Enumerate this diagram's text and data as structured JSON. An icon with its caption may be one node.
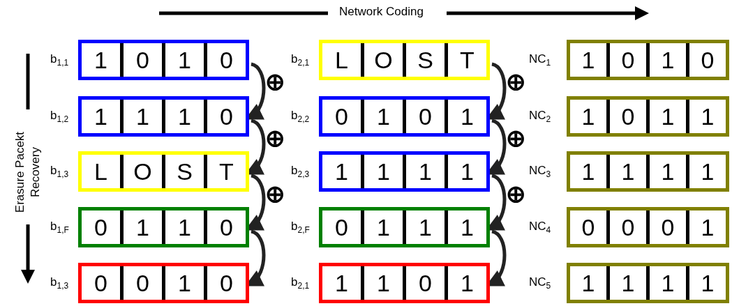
{
  "diagram": {
    "nodes": [
      {
        "text": [
          "1",
          "0",
          "1",
          "0"
        ],
        "beside": [
          "b$_{1,1}$"
        ]
      },
      {
        "text": [
          "1",
          "1",
          "1",
          "0"
        ],
        "beside": [
          "b$_{1,2}$"
        ]
      },
      {
        "text": [
          "L",
          "O",
          "S",
          "T"
        ],
        "beside": [
          "b$_{1,3}$"
        ]
      },
      {
        "text": [
          "0",
          "1",
          "1",
          "0"
        ],
        "beside": [
          "b$_{1,F}$"
        ]
      },
      {
        "text": [
          "0",
          "0",
          "1",
          "0"
        ],
        "beside": [
          "b$_{1,3}$"
        ]
      },
      {
        "text": [
          "L",
          "O",
          "S",
          "T"
        ],
        "beside": [
          "b$_{2,1}$"
        ]
      },
      {
        "text": [
          "0",
          "1",
          "0",
          "1"
        ],
        "beside": [
          "b$_{2,2}$"
        ]
      },
      {
        "text": [
          "1",
          "1",
          "1",
          "1"
        ],
        "beside": [
          "b$_{2,3}$"
        ]
      },
      {
        "text": [
          "0",
          "1",
          "1",
          "1"
        ],
        "beside": [
          "b$_{2,F}$"
        ]
      },
      {
        "text": [
          "1",
          "1",
          "0",
          "1"
        ],
        "beside": [
          "b$_{2,1}$"
        ]
      },
      {
        "text": [
          "1",
          "0",
          "1",
          "0"
        ],
        "beside": [
          "NC$_{1}$"
        ]
      },
      {
        "text": [
          "1",
          "0",
          "1",
          "1"
        ],
        "beside": [
          "NC$_{2}$"
        ]
      },
      {
        "text": [
          "1",
          "1",
          "1",
          "1"
        ],
        "beside": [
          "NC$_{3}$"
        ]
      },
      {
        "text": [
          "0",
          "0",
          "0",
          "1"
        ],
        "beside": [
          "NC$_{4}$"
        ]
      },
      {
        "text": [
          "1",
          "1",
          "1",
          "1"
        ],
        "beside": [
          "NC$_{5}$"
        ]
      }
    ],
    "edges": [
      {
        "from": 0,
        "to": 1,
        "arrow": "to"
      },
      {
        "from": 1,
        "to": 2,
        "arrow": "to"
      },
      {
        "from": 2,
        "to": 3,
        "arrow": "to"
      },
      {
        "from": 3,
        "to": 4,
        "arrow": "to"
      },
      {
        "from": 5,
        "to": 6,
        "arrow": "to"
      },
      {
        "from": 6,
        "to": 7,
        "arrow": "to"
      },
      {
        "from": 7,
        "to": 8,
        "arrow": "to"
      },
      {
        "from": 8,
        "to": 9,
        "arrow": "to"
      }
    ],
    "labels": [
      "Network Coding",
      "Erasure Pacekt Recovery",
      "⊕",
      "⊕",
      "⊕",
      "⊕",
      "⊕",
      "⊕"
    ]
  }
}
